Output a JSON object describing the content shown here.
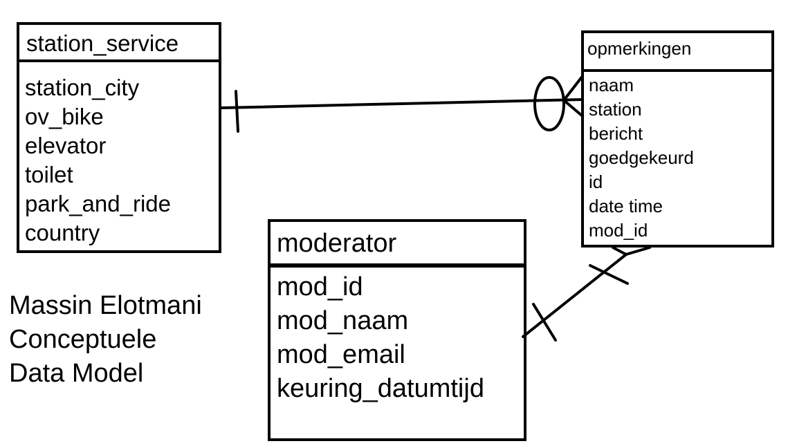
{
  "entities": {
    "station_service": {
      "name": "station_service",
      "attributes": [
        "station_city",
        "ov_bike",
        "elevator",
        "toilet",
        "park_and_ride",
        "country"
      ]
    },
    "opmerkingen": {
      "name": "opmerkingen",
      "attributes": [
        "naam",
        "station",
        "bericht",
        "goedgekeurd",
        "id",
        "date time",
        "mod_id"
      ]
    },
    "moderator": {
      "name": "moderator",
      "attributes": [
        "mod_id",
        "mod_naam",
        "mod_email",
        "keuring_datumtijd"
      ]
    }
  },
  "author": {
    "lines": [
      "Massin Elotmani",
      "Conceptuele",
      "Data Model"
    ]
  },
  "relationships": [
    {
      "from": "station_service",
      "to": "opmerkingen",
      "from_cardinality": "one",
      "to_cardinality": "zero-or-many"
    },
    {
      "from": "moderator",
      "to": "opmerkingen",
      "from_cardinality": "one",
      "to_cardinality": "one-or-many"
    }
  ]
}
